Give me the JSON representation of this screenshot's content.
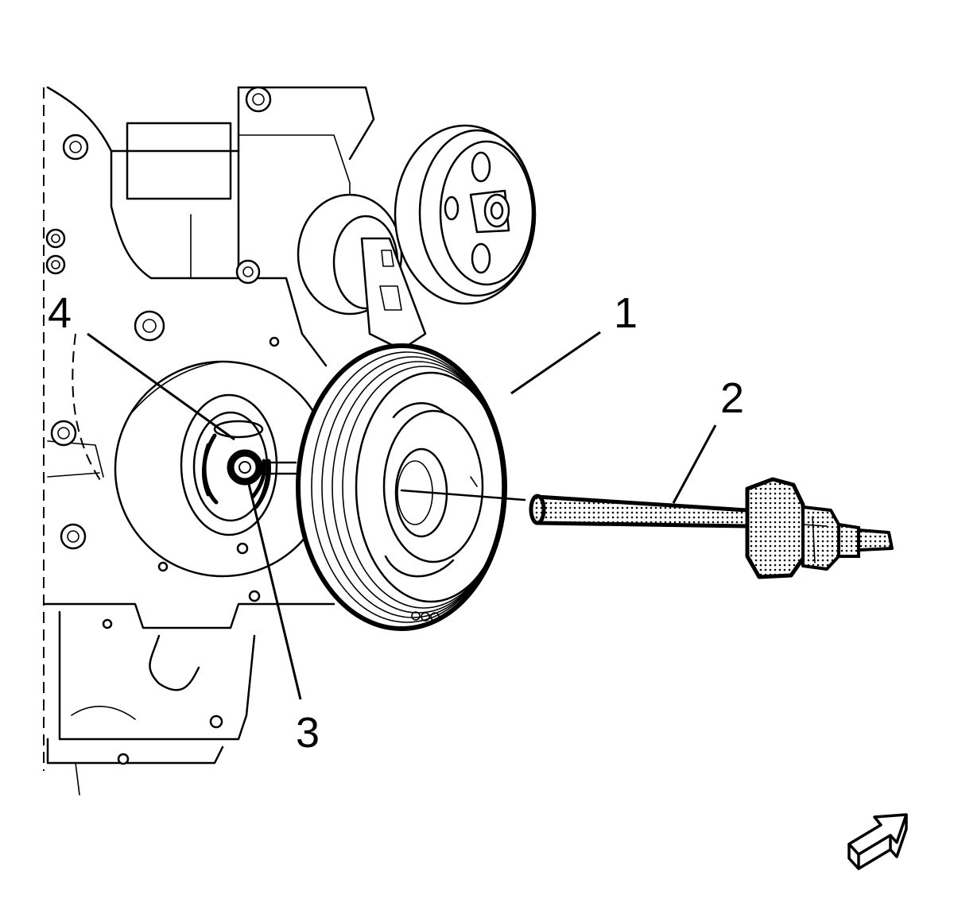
{
  "callouts": {
    "c1": "1",
    "c2": "2",
    "c3": "3",
    "c4": "4"
  },
  "icons": {
    "view_arrow": "orientation-arrow-icon"
  },
  "colors": {
    "line": "#000000",
    "background": "#ffffff",
    "tool_fill": "#cfcfcf"
  }
}
